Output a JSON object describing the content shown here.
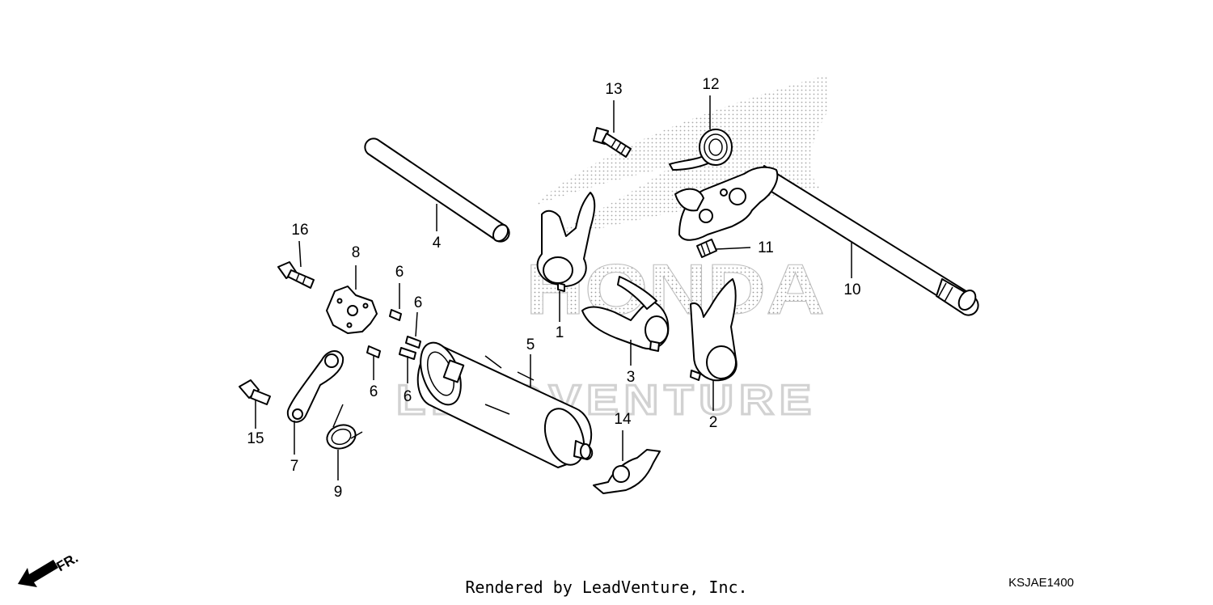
{
  "diagram": {
    "callouts": [
      "1",
      "2",
      "3",
      "4",
      "5",
      "6",
      "6",
      "6",
      "6",
      "7",
      "8",
      "9",
      "10",
      "11",
      "12",
      "13",
      "14",
      "15",
      "16"
    ],
    "direction_label": "FR.",
    "watermark_brand": "HONDA",
    "watermark_text": "LEADVENTURE",
    "footer_text": "Rendered by LeadVenture, Inc.",
    "diagram_code": "KSJAE1400"
  },
  "colors": {
    "ink": "#000000",
    "watermark": "#c8c8c8",
    "background": "#ffffff"
  }
}
